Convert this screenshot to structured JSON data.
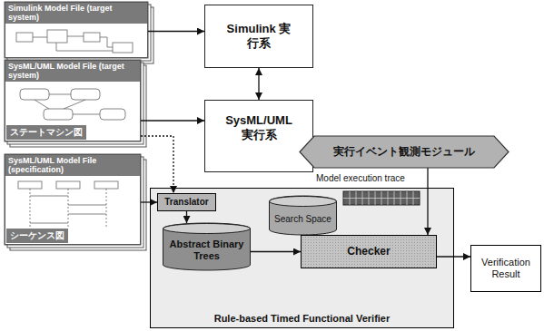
{
  "diagram": {
    "nodes": [
      {
        "text": [
          "Simulink Model File (target system)"
        ]
      },
      {
        "text": [
          "Simulink 実行系"
        ]
      },
      {
        "text": [
          "SysML/UML Model File (target system)",
          "ステートマシン図"
        ]
      },
      {
        "text": [
          "SysML/UML 実行系"
        ]
      },
      {
        "text": [
          "実行イベント観測モジュール"
        ]
      },
      {
        "text": [
          "SysML/UML Model File (specification)",
          "シーケンス図"
        ]
      },
      {
        "text": [
          "Rule-based Timed Functional Verifier"
        ]
      },
      {
        "text": [
          "Translator"
        ],
        "in": 6
      },
      {
        "text": [
          "Search Space"
        ],
        "in": 6
      },
      {
        "text": [
          "Abstract Binary Trees"
        ],
        "in": 6
      },
      {
        "text": [
          "Checker"
        ],
        "in": 6
      },
      {
        "text": [
          "Verification Result"
        ]
      }
    ],
    "edges": [
      {
        "from": 0,
        "to": 1,
        "arrow": "to"
      },
      {
        "from": 2,
        "to": 3,
        "arrow": "to"
      },
      {
        "from": 1,
        "to": 3,
        "arrow": "both"
      },
      {
        "from": 4,
        "to": 10,
        "arrow": "to"
      },
      {
        "from": 5,
        "to": 7,
        "arrow": "to"
      },
      {
        "from": 2,
        "to": 7,
        "arrow": "to"
      },
      {
        "from": 7,
        "to": 9,
        "arrow": "to"
      },
      {
        "from": 9,
        "to": 10,
        "arrow": "to"
      },
      {
        "from": 10,
        "to": 11,
        "arrow": "to"
      }
    ],
    "labels": [
      "Model execution trace"
    ]
  }
}
